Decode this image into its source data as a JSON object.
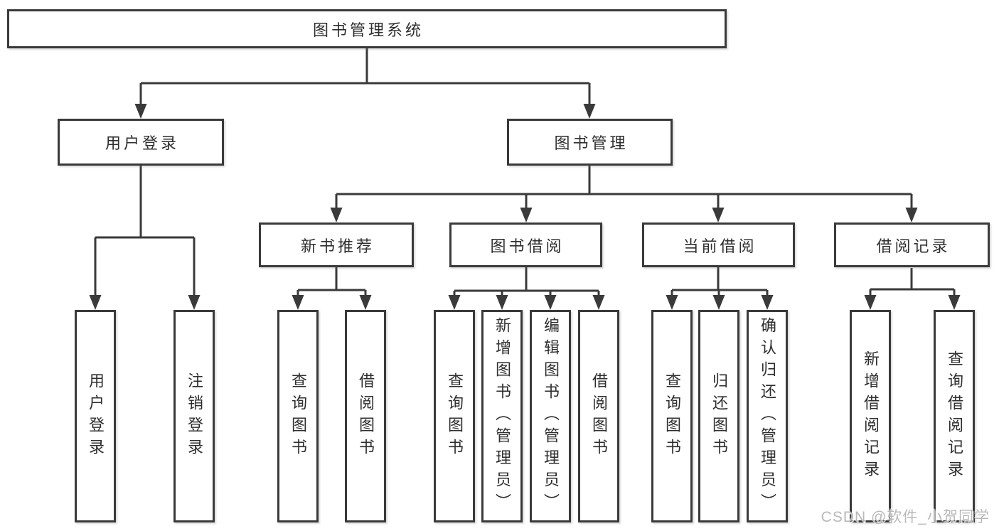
{
  "diagram": {
    "title": "图书管理系统",
    "root": {
      "label": "图书管理系统"
    },
    "level1": [
      {
        "label": "用户登录"
      },
      {
        "label": "图书管理"
      }
    ],
    "level2": [
      {
        "label": "新书推荐",
        "parent": "图书管理"
      },
      {
        "label": "图书借阅",
        "parent": "图书管理"
      },
      {
        "label": "当前借阅",
        "parent": "图书管理"
      },
      {
        "label": "借阅记录",
        "parent": "图书管理"
      }
    ],
    "leaves": [
      {
        "label": "用户登录",
        "parent": "用户登录"
      },
      {
        "label": "注销登录",
        "parent": "用户登录"
      },
      {
        "label": "查询图书",
        "parent": "新书推荐"
      },
      {
        "label": "借阅图书",
        "parent": "新书推荐"
      },
      {
        "label": "查询图书",
        "parent": "图书借阅"
      },
      {
        "label": "新增图书（管理员）",
        "parent": "图书借阅"
      },
      {
        "label": "编辑图书（管理员）",
        "parent": "图书借阅"
      },
      {
        "label": "借阅图书",
        "parent": "图书借阅"
      },
      {
        "label": "查询图书",
        "parent": "当前借阅"
      },
      {
        "label": "归还图书",
        "parent": "当前借阅"
      },
      {
        "label": "确认归还（管理员）",
        "parent": "当前借阅"
      },
      {
        "label": "新增借阅记录",
        "parent": "借阅记录"
      },
      {
        "label": "查询借阅记录",
        "parent": "借阅记录"
      }
    ]
  },
  "watermark": {
    "text": "CSDN @软件_小贺同学"
  },
  "colors": {
    "line": "#3a3a3a",
    "text": "#2e2e2e",
    "background": "#ffffff",
    "watermark": "#b9b9b9"
  }
}
